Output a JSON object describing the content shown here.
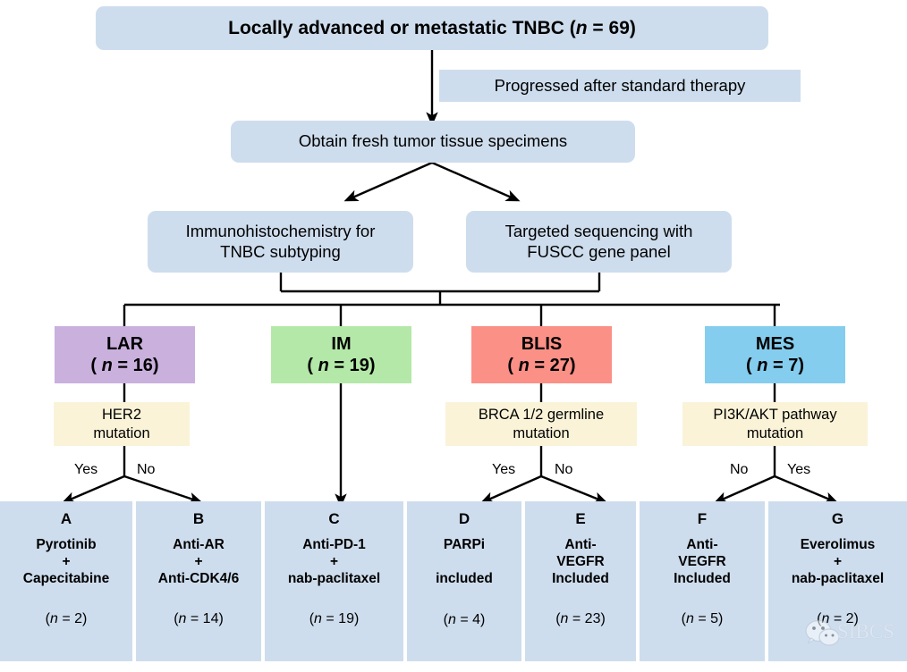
{
  "figure": {
    "type": "clinical-trial-flowchart",
    "title_box": {
      "text_prefix": "Locally advanced or metastatic  TNBC (",
      "n_italic": "n",
      "text_suffix": " = 69)",
      "full": "Locally advanced or metastatic TNBC (n = 69)"
    },
    "note_box": {
      "label": "Progressed after standard therapy"
    },
    "specimen_box": {
      "label": "Obtain fresh tumor tissue specimens"
    },
    "assay_boxes": [
      {
        "line1": "Immunohistochemistry for",
        "line2": "TNBC subtyping"
      },
      {
        "line1": "Targeted sequencing with",
        "line2": "FUSCC gene panel"
      }
    ],
    "subtypes": [
      {
        "name": "LAR",
        "n_label": "( n = 16)",
        "n_value": 16,
        "color": "#c9b0dd"
      },
      {
        "name": "IM",
        "n_label": "( n = 19)",
        "n_value": 19,
        "color": "#b4e8a8"
      },
      {
        "name": "BLIS",
        "n_label": "( n = 27)",
        "n_value": 27,
        "color": "#fb9087"
      },
      {
        "name": "MES",
        "n_label": "( n = 7)",
        "n_value": 7,
        "color": "#85cdee"
      }
    ],
    "decisions": [
      {
        "for": "LAR",
        "line1": "HER2",
        "line2": "mutation",
        "left_label": "Yes",
        "right_label": "No"
      },
      {
        "for": "BLIS",
        "line1": "BRCA  1/2 germline",
        "line2": "mutation",
        "left_label": "Yes",
        "right_label": "No"
      },
      {
        "for": "MES",
        "line1": "PI3K/AKT pathway",
        "line2": "mutation",
        "left_label": "No",
        "right_label": "Yes"
      }
    ],
    "arms": [
      {
        "letter": "A",
        "lines": [
          "Pyrotinib",
          "+",
          "Capecitabine"
        ],
        "n_label": "(n = 2)",
        "n_value": 2
      },
      {
        "letter": "B",
        "lines": [
          "Anti-AR",
          "+",
          "Anti-CDK4/6"
        ],
        "n_label": "(n = 14)",
        "n_value": 14
      },
      {
        "letter": "C",
        "lines": [
          "Anti-PD-1",
          "+",
          "nab-paclitaxel"
        ],
        "n_label": "(n = 19)",
        "n_value": 19
      },
      {
        "letter": "D",
        "lines": [
          "PARPi",
          "",
          "included"
        ],
        "n_label": "(n = 4)",
        "n_value": 4
      },
      {
        "letter": "E",
        "lines": [
          "Anti-",
          "VEGFR",
          "Included"
        ],
        "n_label": "(n = 23)",
        "n_value": 23
      },
      {
        "letter": "F",
        "lines": [
          "Anti-",
          "VEGFR",
          "Included"
        ],
        "n_label": "(n = 5)",
        "n_value": 5
      },
      {
        "letter": "G",
        "lines": [
          "Everolimus",
          "+",
          "nab-paclitaxel"
        ],
        "n_label": "(n = 2)",
        "n_value": 2
      }
    ],
    "watermark": {
      "text": "SIBCS",
      "icon": "wechat-icon"
    },
    "colors": {
      "process_blue": "#cedded",
      "decision_cream": "#faf3d8",
      "connector_black": "#000000"
    }
  }
}
